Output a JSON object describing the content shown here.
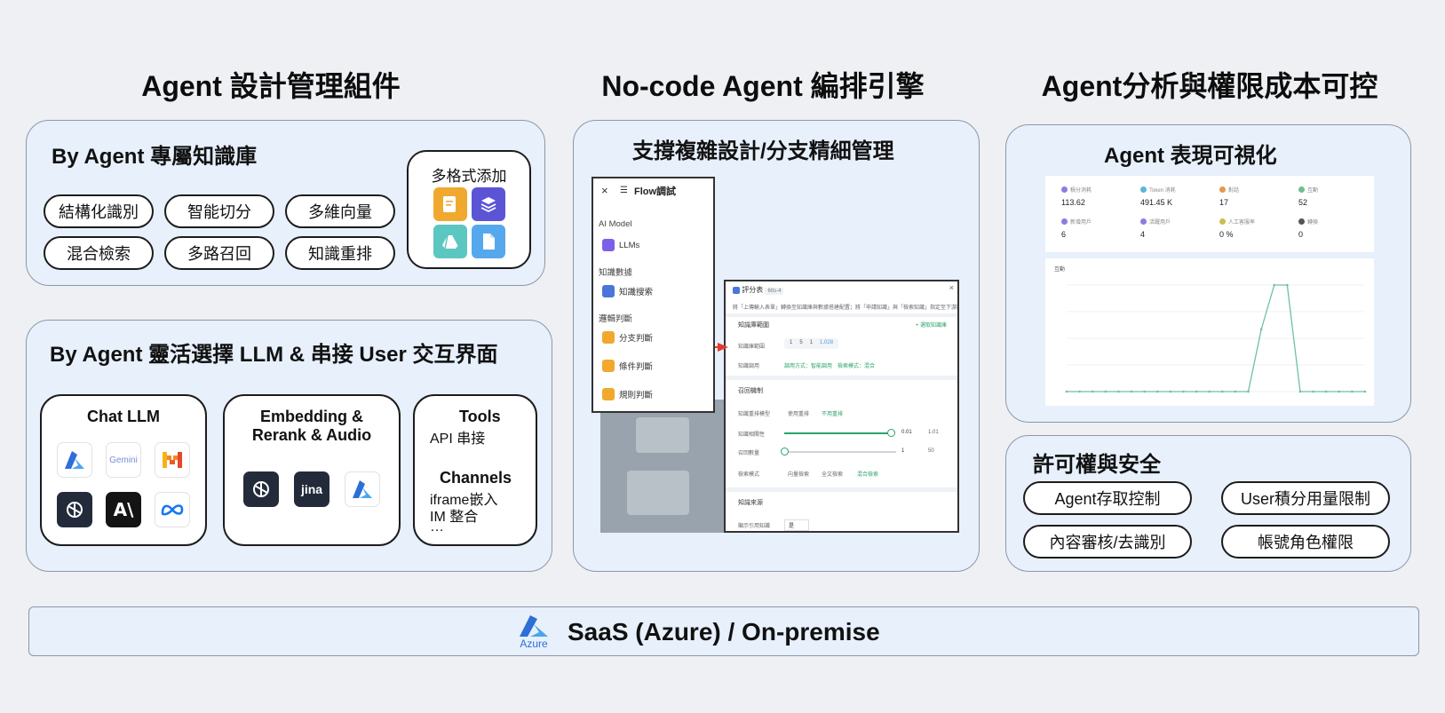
{
  "columns": {
    "left_title": "Agent 設計管理組件",
    "mid_title": "No-code Agent 編排引擎",
    "right_title": "Agent分析與權限成本可控"
  },
  "knowledge": {
    "title": "By Agent 專屬知識庫",
    "pills": [
      "結構化識別",
      "智能切分",
      "多維向量",
      "混合檢索",
      "多路召回",
      "知識重排"
    ],
    "format_title": "多格式添加"
  },
  "llm_panel": {
    "title": "By Agent 靈活選擇 LLM & 串接 User 交互界面",
    "chat_title": "Chat LLM",
    "embed_title_1": "Embedding &",
    "embed_title_2": "Rerank & Audio",
    "tools_title": "Tools",
    "tools_text": "API 串接",
    "channels_title": "Channels",
    "channels_lines": [
      "iframe嵌入",
      "IM 整合",
      "…"
    ],
    "gemini_label": "Gemini",
    "jina_label": "jina"
  },
  "flow": {
    "title": "支撐複雜設計/分支精細管理",
    "menu_title": "Flow調試",
    "sections": [
      "AI Model",
      "知識數據",
      "邏輯判斷"
    ],
    "items": [
      "LLMs",
      "知識搜索",
      "分支判斷",
      "條件判斷",
      "規則判斷"
    ],
    "detail_title": "評分表",
    "detail_tag": "60s-4",
    "detail_note": "將「上傳輸入表單」轉換至知識庫與數據搭建配置；將「申請知識」與「檢索知識」指定至下游節點。",
    "sec1": "知識庫範圍",
    "sec1_link": "+ 選取知識庫",
    "row1_label": "知識庫範圍",
    "row1_values": [
      "1",
      "5",
      "1",
      "1,028"
    ],
    "row2_label": "知識調用",
    "row2_value": "調用方式：智能調用　檢索模式：混合",
    "sec2": "召回機制",
    "row3_label": "知識重排模型",
    "row3_opts": [
      "使用重排",
      "不用重排"
    ],
    "row4_label": "知識相關性",
    "row4_value": "0.01",
    "row4_max": "1.01",
    "row5_label": "召回數量",
    "row5_value": "1",
    "row5_max": "50",
    "row6_label": "檢索模式",
    "row6_opts": [
      "向量檢索",
      "全文檢索",
      "混合檢索"
    ],
    "sec3": "知識來源",
    "row7_label": "顯示引用知識",
    "row7_value": "是"
  },
  "analytics": {
    "title": "Agent 表現可視化",
    "metrics": [
      {
        "label": "積分消耗",
        "value": "113.62",
        "color": "#8e7be0"
      },
      {
        "label": "Token 消耗",
        "value": "491.45 K",
        "color": "#5bb5d8"
      },
      {
        "label": "對話",
        "value": "17",
        "color": "#e49a4a"
      },
      {
        "label": "互動",
        "value": "52",
        "color": "#6fbf8f"
      },
      {
        "label": "新增用戶",
        "value": "6",
        "color": "#8e7be0"
      },
      {
        "label": "活躍用戶",
        "value": "4",
        "color": "#8e7be0"
      },
      {
        "label": "人工客服率",
        "value": "0",
        "unit": "%",
        "color": "#c8c04a"
      },
      {
        "label": "轉換",
        "value": "0",
        "color": "#555"
      }
    ],
    "chart_label": "互動"
  },
  "chart_data": {
    "type": "line",
    "title": "互動",
    "x": [
      0,
      1,
      2,
      3,
      4,
      5,
      6,
      7,
      8,
      9,
      10,
      11,
      12,
      13,
      14,
      15,
      16,
      17,
      18,
      19,
      20,
      21,
      22,
      23
    ],
    "values": [
      0,
      0,
      0,
      0,
      0,
      0,
      0,
      0,
      0,
      0,
      0,
      0,
      0,
      0,
      0,
      7,
      12,
      12,
      0,
      0,
      0,
      0,
      0,
      0
    ],
    "ylim": [
      0,
      12
    ],
    "color": "#6cc2a2"
  },
  "security": {
    "title": "許可權與安全",
    "pills": [
      "Agent存取控制",
      "User積分用量限制",
      "內容審核/去識別",
      "帳號角色權限"
    ]
  },
  "footer": {
    "azure_label": "Azure",
    "text": "SaaS (Azure) / On-premise"
  }
}
